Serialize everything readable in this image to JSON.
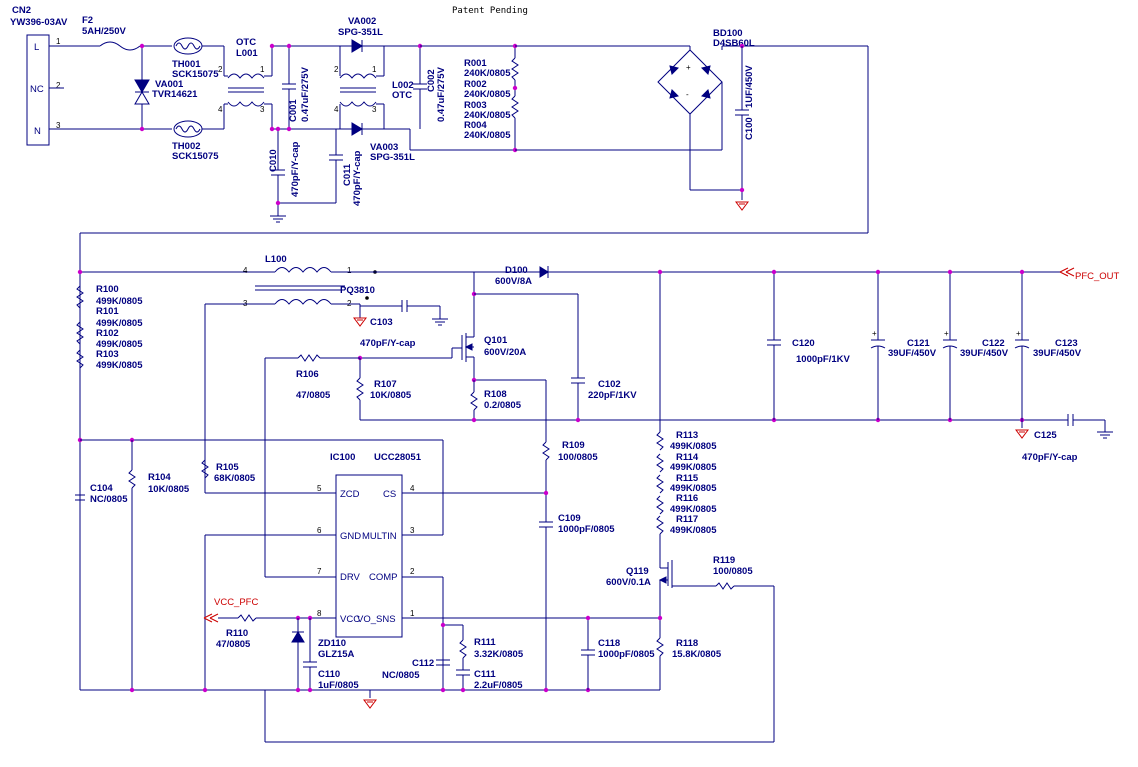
{
  "header": {
    "notice": "Patent Pending"
  },
  "connector": {
    "ref": "CN2",
    "part": "YW396-03AV",
    "pins": [
      "L",
      "NC",
      "N"
    ],
    "pin_numbers": [
      "1",
      "2",
      "3"
    ]
  },
  "fuse": {
    "ref": "F2",
    "value": "5AH/250V"
  },
  "thermistors": [
    {
      "ref": "TH001",
      "value": "SCK15075"
    },
    {
      "ref": "TH002",
      "value": "SCK15075"
    }
  ],
  "varistor": {
    "ref": "VA001",
    "value": "TVR14621"
  },
  "chokes": [
    {
      "ref": "OTC",
      "sub": "L001"
    },
    {
      "ref": "L002",
      "sub": "OTC"
    }
  ],
  "caps_input": [
    {
      "ref": "C001",
      "value": "0.47uF/275V"
    },
    {
      "ref": "C002",
      "value": "0.47uF/275V"
    },
    {
      "ref": "C010",
      "value": "470pF/Y-cap"
    },
    {
      "ref": "C011",
      "value": "470pF/Y-cap"
    }
  ],
  "surge": [
    {
      "ref": "VA002",
      "value": "SPG-351L"
    },
    {
      "ref": "VA003",
      "value": "SPG-351L"
    }
  ],
  "bleed": [
    {
      "ref": "R001",
      "value": "240K/0805"
    },
    {
      "ref": "R002",
      "value": "240K/0805"
    },
    {
      "ref": "R003",
      "value": "240K/0805"
    },
    {
      "ref": "R004",
      "value": "240K/0805"
    }
  ],
  "bridge": {
    "ref": "BD100",
    "value": "D4SB60L"
  },
  "c100": {
    "ref": "C100",
    "value": "1UF/450V"
  },
  "inductor": {
    "ref": "L100",
    "value": "PQ3810"
  },
  "diode": {
    "ref": "D100",
    "value": "600V/8A"
  },
  "output_label": "PFC_OUT",
  "vcc_label": "VCC_PFC",
  "divider_left": [
    {
      "ref": "R100",
      "value": "499K/0805"
    },
    {
      "ref": "R101",
      "value": "499K/0805"
    },
    {
      "ref": "R102",
      "value": "499K/0805"
    },
    {
      "ref": "R103",
      "value": "499K/0805"
    }
  ],
  "mosfet": {
    "ref": "Q101",
    "value": "600V/20A"
  },
  "c103": {
    "ref": "C103",
    "value": "470pF/Y-cap"
  },
  "r106": {
    "ref": "R106",
    "value": "47/0805"
  },
  "r107": {
    "ref": "R107",
    "value": "10K/0805"
  },
  "r108": {
    "ref": "R108",
    "value": "0.2/0805"
  },
  "c102": {
    "ref": "C102",
    "value": "220pF/1KV"
  },
  "c120": {
    "ref": "C120",
    "value": "1000pF/1KV"
  },
  "bulk": [
    {
      "ref": "C121",
      "value": "39UF/450V"
    },
    {
      "ref": "C122",
      "value": "39UF/450V"
    },
    {
      "ref": "C123",
      "value": "39UF/450V"
    }
  ],
  "c125": {
    "ref": "C125",
    "value": "470pF/Y-cap"
  },
  "ic": {
    "ref": "IC100",
    "part": "UCC28051",
    "left_pins": [
      {
        "n": "5",
        "name": "ZCD"
      },
      {
        "n": "6",
        "name": "GND"
      },
      {
        "n": "7",
        "name": "DRV"
      },
      {
        "n": "8",
        "name": "VCC"
      }
    ],
    "right_pins": [
      {
        "n": "4",
        "name": "CS"
      },
      {
        "n": "3",
        "name": "MULTIN"
      },
      {
        "n": "2",
        "name": "COMP"
      },
      {
        "n": "1",
        "name": "VO_SNS"
      }
    ]
  },
  "c104": {
    "ref": "C104",
    "value": "NC/0805"
  },
  "r104": {
    "ref": "R104",
    "value": "10K/0805"
  },
  "r105": {
    "ref": "R105",
    "value": "68K/0805"
  },
  "r109": {
    "ref": "R109",
    "value": "100/0805"
  },
  "c109": {
    "ref": "C109",
    "value": "1000pF/0805"
  },
  "r110": {
    "ref": "R110",
    "value": "47/0805"
  },
  "zd110": {
    "ref": "ZD110",
    "value": "GLZ15A"
  },
  "c110": {
    "ref": "C110",
    "value": "1uF/0805"
  },
  "c112": {
    "ref": "C112",
    "value": "NC/0805"
  },
  "r111": {
    "ref": "R111",
    "value": "3.32K/0805"
  },
  "c111": {
    "ref": "C111",
    "value": "2.2uF/0805"
  },
  "divider_right": [
    {
      "ref": "R113",
      "value": "499K/0805"
    },
    {
      "ref": "R114",
      "value": "499K/0805"
    },
    {
      "ref": "R115",
      "value": "499K/0805"
    },
    {
      "ref": "R116",
      "value": "499K/0805"
    },
    {
      "ref": "R117",
      "value": "499K/0805"
    }
  ],
  "q119": {
    "ref": "Q119",
    "value": "600V/0.1A"
  },
  "r119": {
    "ref": "R119",
    "value": "100/0805"
  },
  "c118": {
    "ref": "C118",
    "value": "1000pF/0805"
  },
  "r118": {
    "ref": "R118",
    "value": "15.8K/0805"
  },
  "pin_marks": {
    "l001": [
      "2",
      "1",
      "4",
      "3"
    ],
    "l002": [
      "2",
      "1",
      "4",
      "3"
    ],
    "l100": [
      "4",
      "1",
      "3",
      "2"
    ]
  }
}
